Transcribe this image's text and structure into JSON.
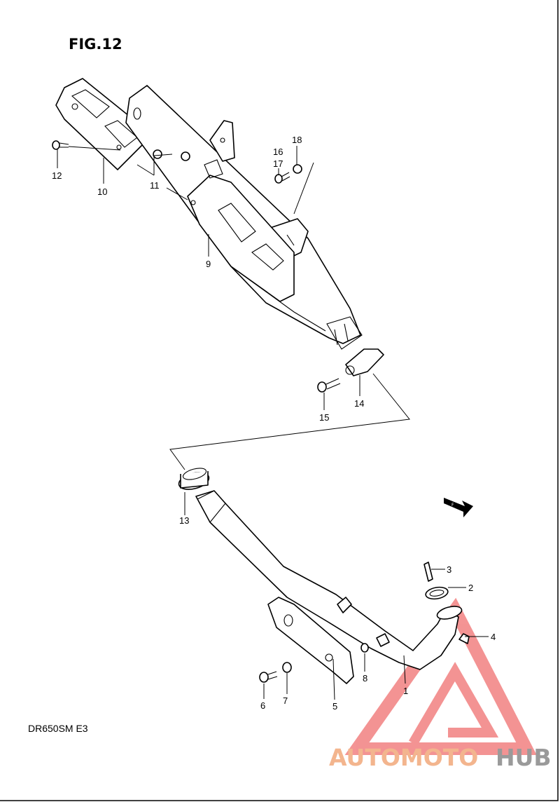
{
  "figure": {
    "title": "FIG.12",
    "model_code": "DR650SM  E3"
  },
  "callouts": [
    {
      "id": "1",
      "text": "1"
    },
    {
      "id": "2",
      "text": "2"
    },
    {
      "id": "3",
      "text": "3"
    },
    {
      "id": "4",
      "text": "4"
    },
    {
      "id": "5",
      "text": "5"
    },
    {
      "id": "6",
      "text": "6"
    },
    {
      "id": "7",
      "text": "7"
    },
    {
      "id": "8",
      "text": "8"
    },
    {
      "id": "9",
      "text": "9"
    },
    {
      "id": "10",
      "text": "10"
    },
    {
      "id": "11",
      "text": "11"
    },
    {
      "id": "12",
      "text": "12"
    },
    {
      "id": "13",
      "text": "13"
    },
    {
      "id": "14",
      "text": "14"
    },
    {
      "id": "15",
      "text": "15"
    },
    {
      "id": "16",
      "text": "16"
    },
    {
      "id": "17",
      "text": "17"
    },
    {
      "id": "18",
      "text": "18"
    }
  ],
  "watermark": {
    "part1": "AUTOMOTO",
    "part2": "HUB",
    "color_main": "#f3b58e",
    "color_hub": "#9a9a9a",
    "logo_color": "#f07070"
  },
  "front_arrow_icon": "front-direction-arrow-icon"
}
